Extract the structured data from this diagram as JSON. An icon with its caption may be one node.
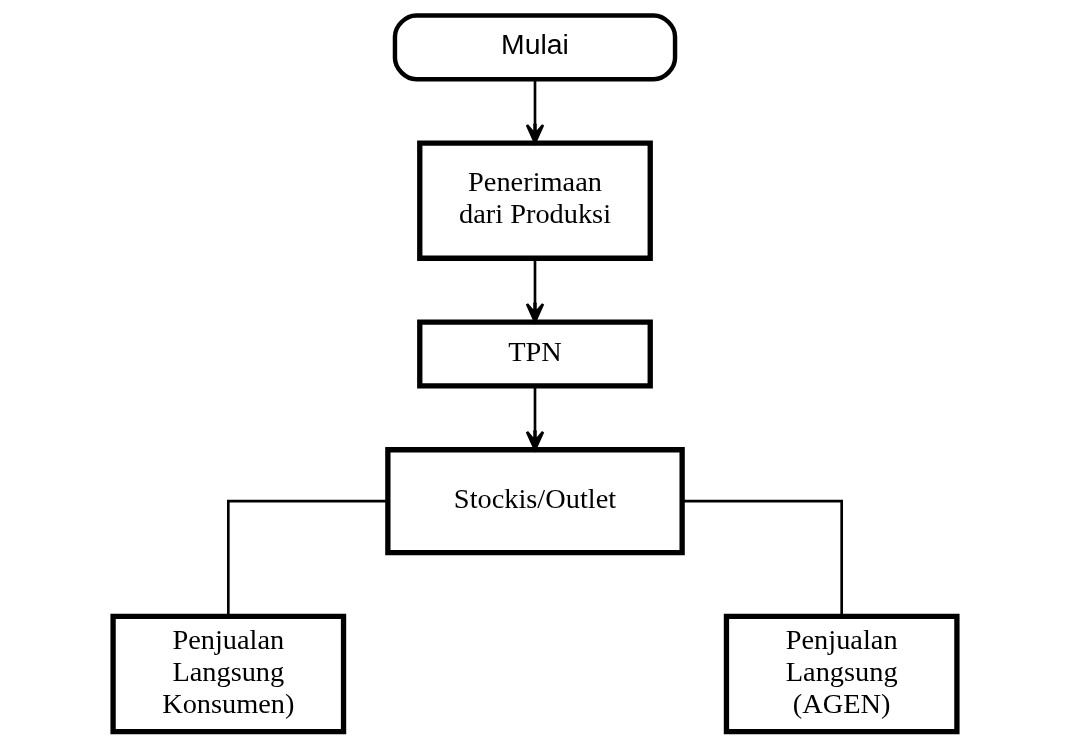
{
  "diagram": {
    "nodes": [
      {
        "text": [
          "Mulai"
        ]
      },
      {
        "text": [
          "Penerimaan dari Produksi"
        ]
      },
      {
        "text": [
          "TPN"
        ]
      },
      {
        "text": [
          "Stockis/Outlet"
        ]
      },
      {
        "text": [
          "Penjualan Langsung Konsumen)"
        ]
      },
      {
        "text": [
          "Penjualan Langsung (AGEN)"
        ]
      }
    ],
    "edges": [
      {
        "from": 0,
        "to": 1,
        "arrow": "to"
      },
      {
        "from": 1,
        "to": 2,
        "arrow": "to"
      },
      {
        "from": 2,
        "to": 3,
        "arrow": "to"
      },
      {
        "from": 3,
        "to": 4,
        "arrow": "none"
      },
      {
        "from": 3,
        "to": 5,
        "arrow": "none"
      }
    ]
  }
}
